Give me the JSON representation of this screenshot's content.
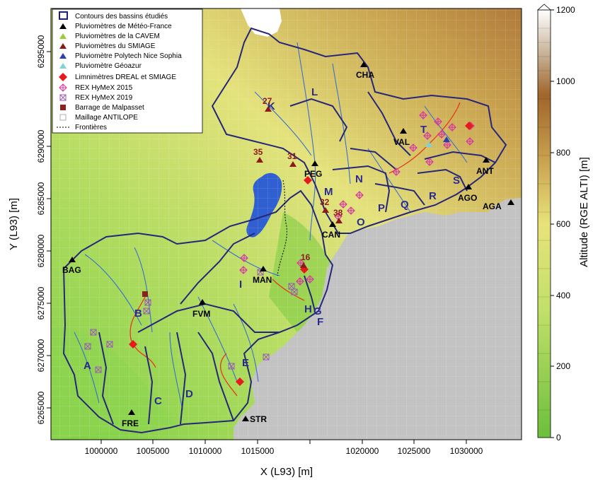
{
  "axes": {
    "x_title": "X (L93) [m]",
    "y_title": "Y (L93) [m]",
    "x_ticks": [
      "1000000",
      "1005000",
      "1010000",
      "1015000",
      "1020000",
      "1025000",
      "1030000"
    ],
    "y_ticks": [
      "6265000",
      "6270000",
      "6275000",
      "6280000",
      "6285000",
      "6290000",
      "6295000"
    ]
  },
  "legend": {
    "items": [
      {
        "label": "Contours des bassins étudiés",
        "symbol": "square-outline",
        "color": "#1f1f7a"
      },
      {
        "label": "Pluviomètres de Météo-France",
        "symbol": "triangle",
        "color": "#000000"
      },
      {
        "label": "Pluviomètres de la CAVEM",
        "symbol": "triangle",
        "color": "#9acd32"
      },
      {
        "label": "Pluviomètres du SMIAGE",
        "symbol": "triangle",
        "color": "#8b1a1a"
      },
      {
        "label": "Pluviomètre Polytech Nice Sophia",
        "symbol": "triangle",
        "color": "#2a3fb0"
      },
      {
        "label": "Pluviomètre Géoazur",
        "symbol": "triangle",
        "color": "#7fd3d3"
      },
      {
        "label": "Limnimètres DREAL et SMIAGE",
        "symbol": "diamond",
        "color": "#e8191e"
      },
      {
        "label": "REX HyMeX 2015",
        "symbol": "diamond-plus",
        "color": "#d63aa0"
      },
      {
        "label": "REX HyMeX 2019",
        "symbol": "square-x",
        "color": "#9b59b6"
      },
      {
        "label": "Barrage de Malpasset",
        "symbol": "square",
        "color": "#8b2323"
      },
      {
        "label": "Maillage ANTILOPE",
        "symbol": "square-outline-grey",
        "color": "#9a9a9a"
      },
      {
        "label": "Frontières",
        "symbol": "dotted-line",
        "color": "#000000"
      }
    ]
  },
  "colorbar": {
    "title": "Altitude (RGE ALTI) [m]",
    "ticks": [
      "0",
      "200",
      "400",
      "600",
      "800",
      "1000",
      "1200"
    ],
    "color_low": "#6cbf3c",
    "color_mid": "#e8e27a",
    "color_high": "#a0652a",
    "color_top": "#ffffff"
  },
  "stations": [
    {
      "name": "CHA",
      "type": "meteo-france"
    },
    {
      "name": "VAL",
      "type": "meteo-france"
    },
    {
      "name": "ANT",
      "type": "meteo-france"
    },
    {
      "name": "AGO",
      "type": "meteo-france"
    },
    {
      "name": "AGA",
      "type": "meteo-france"
    },
    {
      "name": "PEG",
      "type": "meteo-france"
    },
    {
      "name": "CAN",
      "type": "meteo-france"
    },
    {
      "name": "BAG",
      "type": "meteo-france"
    },
    {
      "name": "MAN",
      "type": "meteo-france"
    },
    {
      "name": "FVM",
      "type": "meteo-france"
    },
    {
      "name": "FRE",
      "type": "meteo-france"
    },
    {
      "name": "STR",
      "type": "meteo-france"
    }
  ],
  "smiage_numbers": [
    "27",
    "35",
    "31",
    "32",
    "38",
    "16"
  ],
  "basins": [
    "A",
    "B",
    "C",
    "D",
    "E",
    "F",
    "G",
    "H",
    "I",
    "K",
    "L",
    "M",
    "N",
    "O",
    "P",
    "Q",
    "R",
    "S",
    "T"
  ],
  "colors": {
    "sea": "#c3c3c3",
    "basin_outline": "#26267a",
    "river": "#3a6fd0",
    "lake": "#2f5fd0",
    "stream_red": "#e33b1e",
    "grid": "#d9d9d9"
  }
}
